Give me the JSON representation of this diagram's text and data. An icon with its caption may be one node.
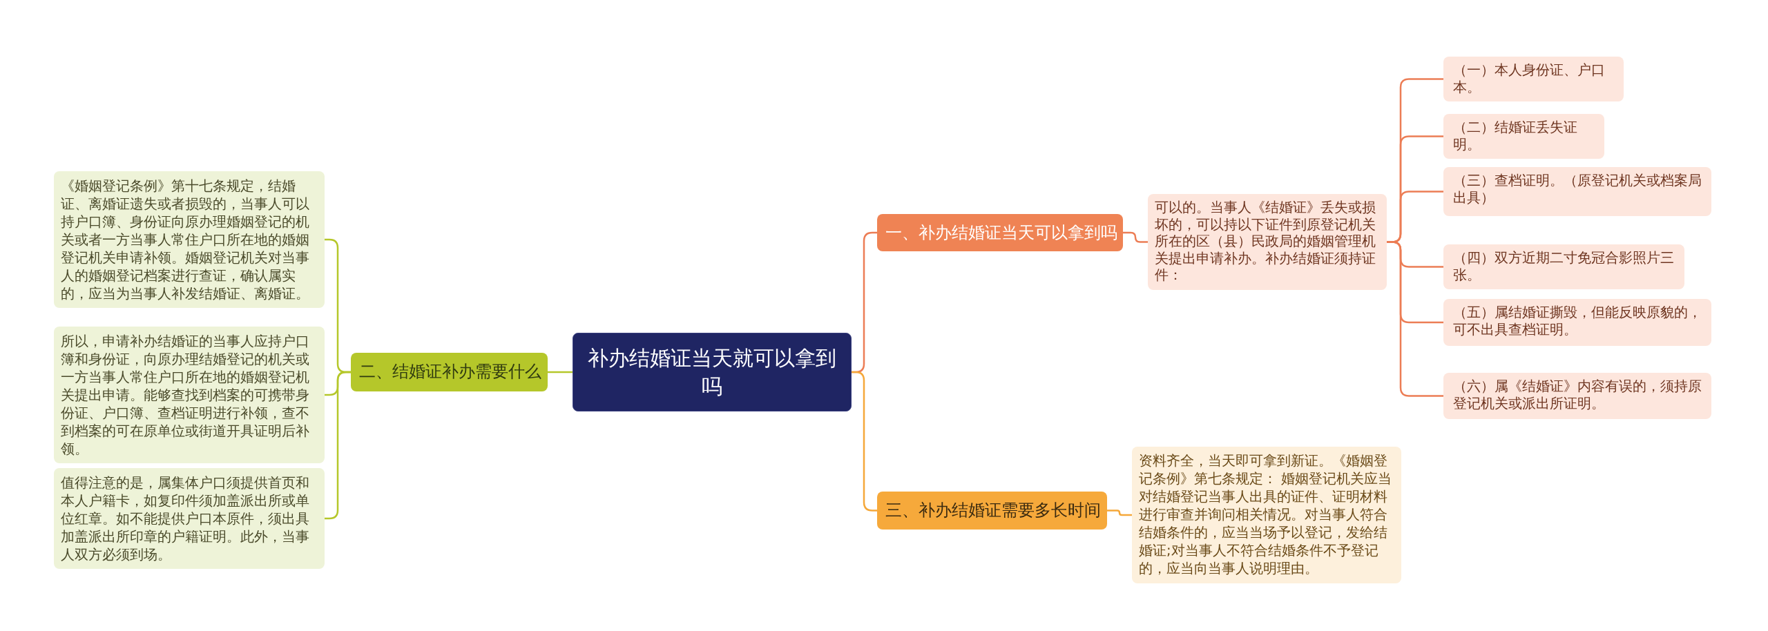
{
  "diagram": {
    "nodes": [
      {
        "text": [
          "补办结婚证当天就可以拿到吗"
        ]
      },
      {
        "text": [
          "一、补办结婚证当天可以拿到吗"
        ]
      },
      {
        "text": [
          "可以的。当事人《结婚证》丢失或损坏的，可以持以下证件到原登记机关所在的区（县）民政局的婚姻管理机关提出申请补办。补办结婚证须持证件："
        ]
      },
      {
        "text": [
          "（一）本人身份证、户口本。"
        ]
      },
      {
        "text": [
          "（二）结婚证丢失证明。"
        ]
      },
      {
        "text": [
          "（三）查档证明。（原登记机关或档案局出具）"
        ]
      },
      {
        "text": [
          "（四）双方近期二寸免冠合影照片三张。"
        ]
      },
      {
        "text": [
          "（五）属结婚证撕毁，但能反映原貌的，可不出具查档证明。"
        ]
      },
      {
        "text": [
          "（六）属《结婚证》内容有误的，须持原登记机关或派出所证明。"
        ]
      },
      {
        "text": [
          "二、结婚证补办需要什么"
        ]
      },
      {
        "text": [
          "《婚姻登记条例》第十七条规定，结婚证、离婚证遗失或者损毁的，当事人可以持户口簿、身份证向原办理婚姻登记的机关或者一方当事人常住户口所在地的婚姻登记机关申请补领。婚姻登记机关对当事人的婚姻登记档案进行查证，确认属实的，应当为当事人补发结婚证、离婚证。"
        ]
      },
      {
        "text": [
          "所以，申请补办结婚证的当事人应持户口簿和身份证，向原办理结婚登记的机关或一方当事人常住户口所在地的婚姻登记机关提出申请。能够查找到档案的可携带身份证、户口簿、查档证明进行补领，查不到档案的可在原单位或街道开具证明后补领。"
        ]
      },
      {
        "text": [
          "值得注意的是，属集体户口须提供首页和本人户籍卡，如复印件须加盖派出所或单位红章。如不能提供户口本原件，须出具加盖派出所印章的户籍证明。此外，当事人双方必须到场。"
        ]
      },
      {
        "text": [
          "三、补办结婚证需要多长时间"
        ]
      },
      {
        "text": [
          "资料齐全，当天即可拿到新证。《婚姻登记条例》第七条规定： 婚姻登记机关应当对结婚登记当事人出具的证件、证明材料进行审查并询问相关情况。对当事人符合结婚条件的，应当当场予以登记，发给结婚证;对当事人不符合结婚条件不予登记的，应当向当事人说明理由。"
        ]
      }
    ],
    "edges": [
      {
        "from": 0,
        "to": 1,
        "arrow": "none"
      },
      {
        "from": 1,
        "to": 2,
        "arrow": "none"
      },
      {
        "from": 2,
        "to": 3,
        "arrow": "none"
      },
      {
        "from": 2,
        "to": 4,
        "arrow": "none"
      },
      {
        "from": 2,
        "to": 5,
        "arrow": "none"
      },
      {
        "from": 2,
        "to": 6,
        "arrow": "none"
      },
      {
        "from": 2,
        "to": 7,
        "arrow": "none"
      },
      {
        "from": 2,
        "to": 8,
        "arrow": "none"
      },
      {
        "from": 0,
        "to": 9,
        "arrow": "none"
      },
      {
        "from": 9,
        "to": 10,
        "arrow": "none"
      },
      {
        "from": 9,
        "to": 11,
        "arrow": "none"
      },
      {
        "from": 9,
        "to": 12,
        "arrow": "none"
      },
      {
        "from": 0,
        "to": 13,
        "arrow": "none"
      },
      {
        "from": 13,
        "to": 14,
        "arrow": "none"
      }
    ]
  }
}
